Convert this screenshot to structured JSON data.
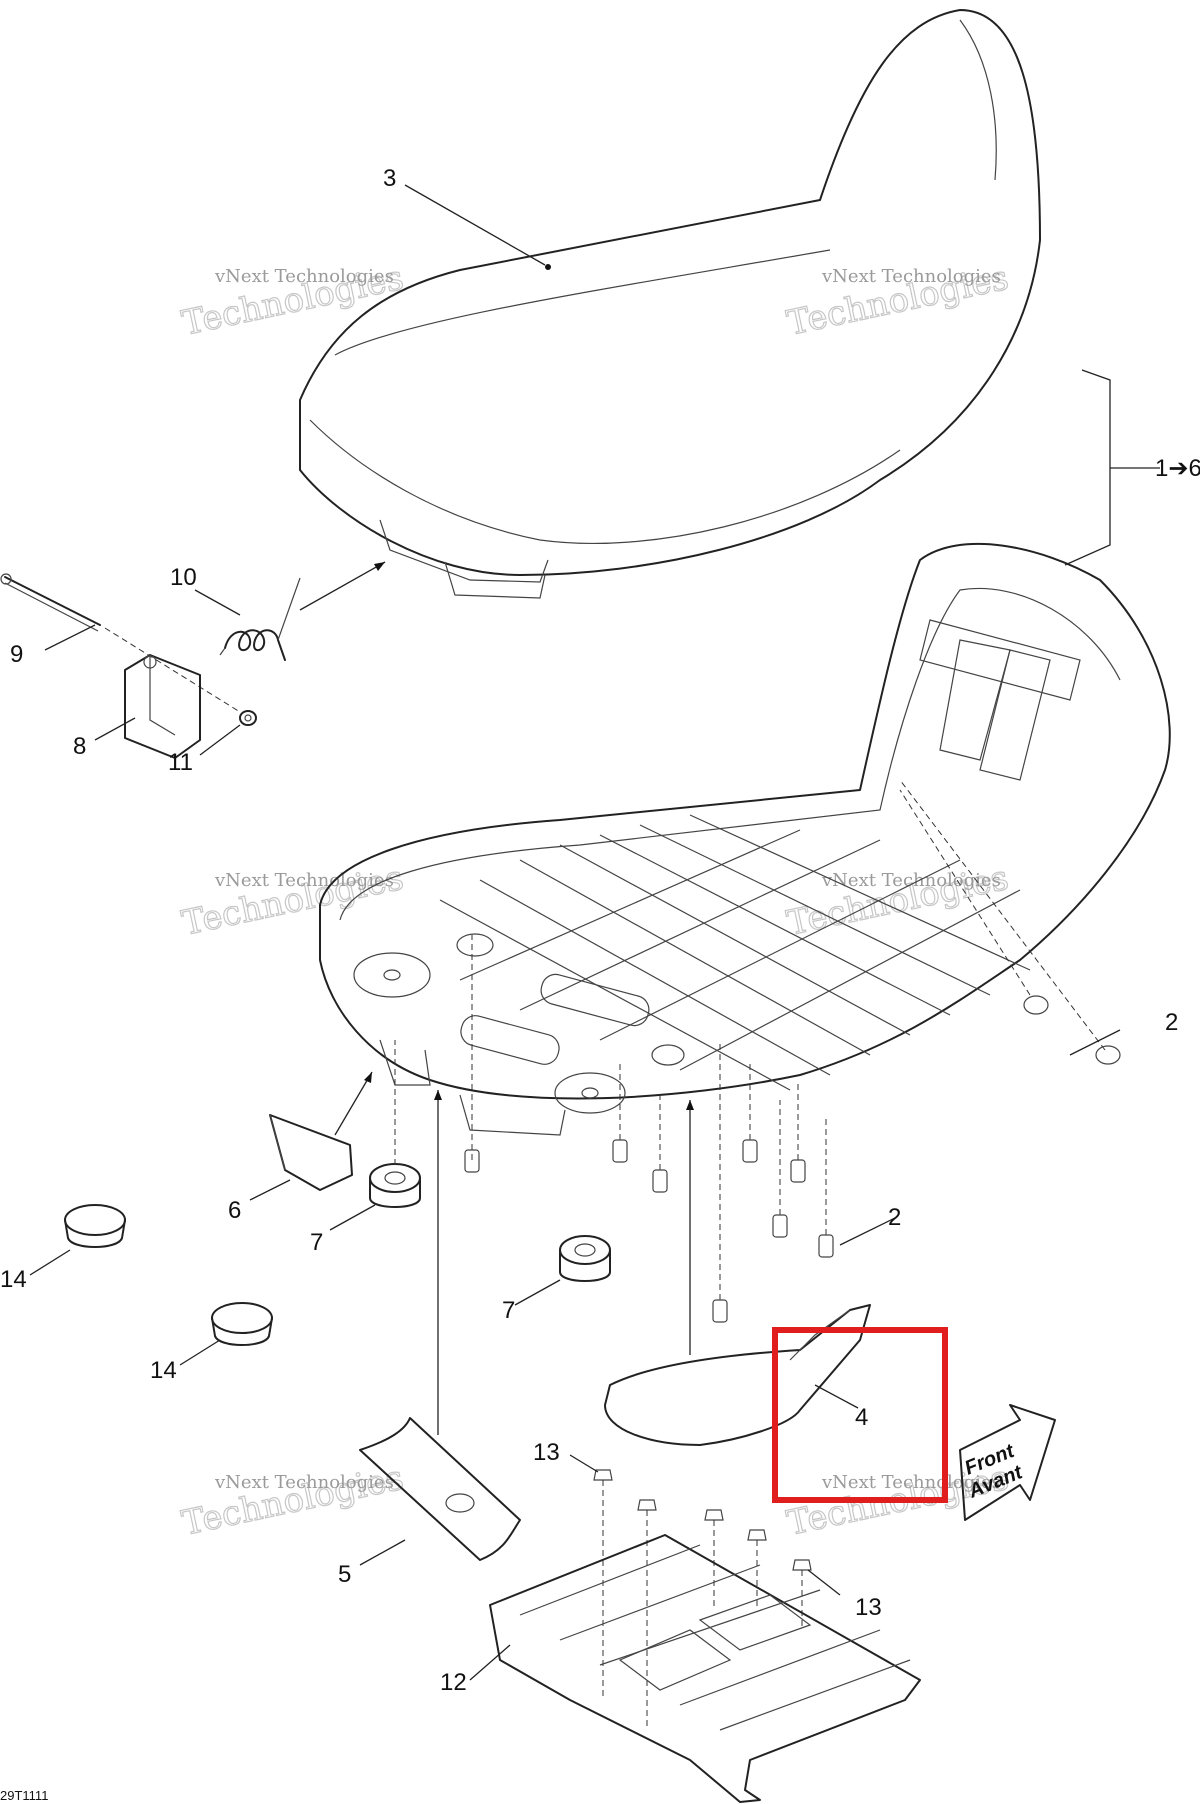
{
  "callouts": {
    "c3": "3",
    "c1to6": "1➔6",
    "c10": "10",
    "c9": "9",
    "c8": "8",
    "c11": "11",
    "c2a": "2",
    "c2b": "2",
    "c6": "6",
    "c7a": "7",
    "c7b": "7",
    "c14a": "14",
    "c14b": "14",
    "c4": "4",
    "c13a": "13",
    "c13b": "13",
    "c5": "5",
    "c12": "12"
  },
  "front_arrow": {
    "line1": "Front",
    "line2": "Avant"
  },
  "reference_code": "29T1111",
  "watermark": {
    "line1": "vNext Technologies",
    "line2": "Technologies",
    "top": "vNext"
  },
  "highlight": {
    "color": "#e01e1e",
    "target": "4"
  }
}
